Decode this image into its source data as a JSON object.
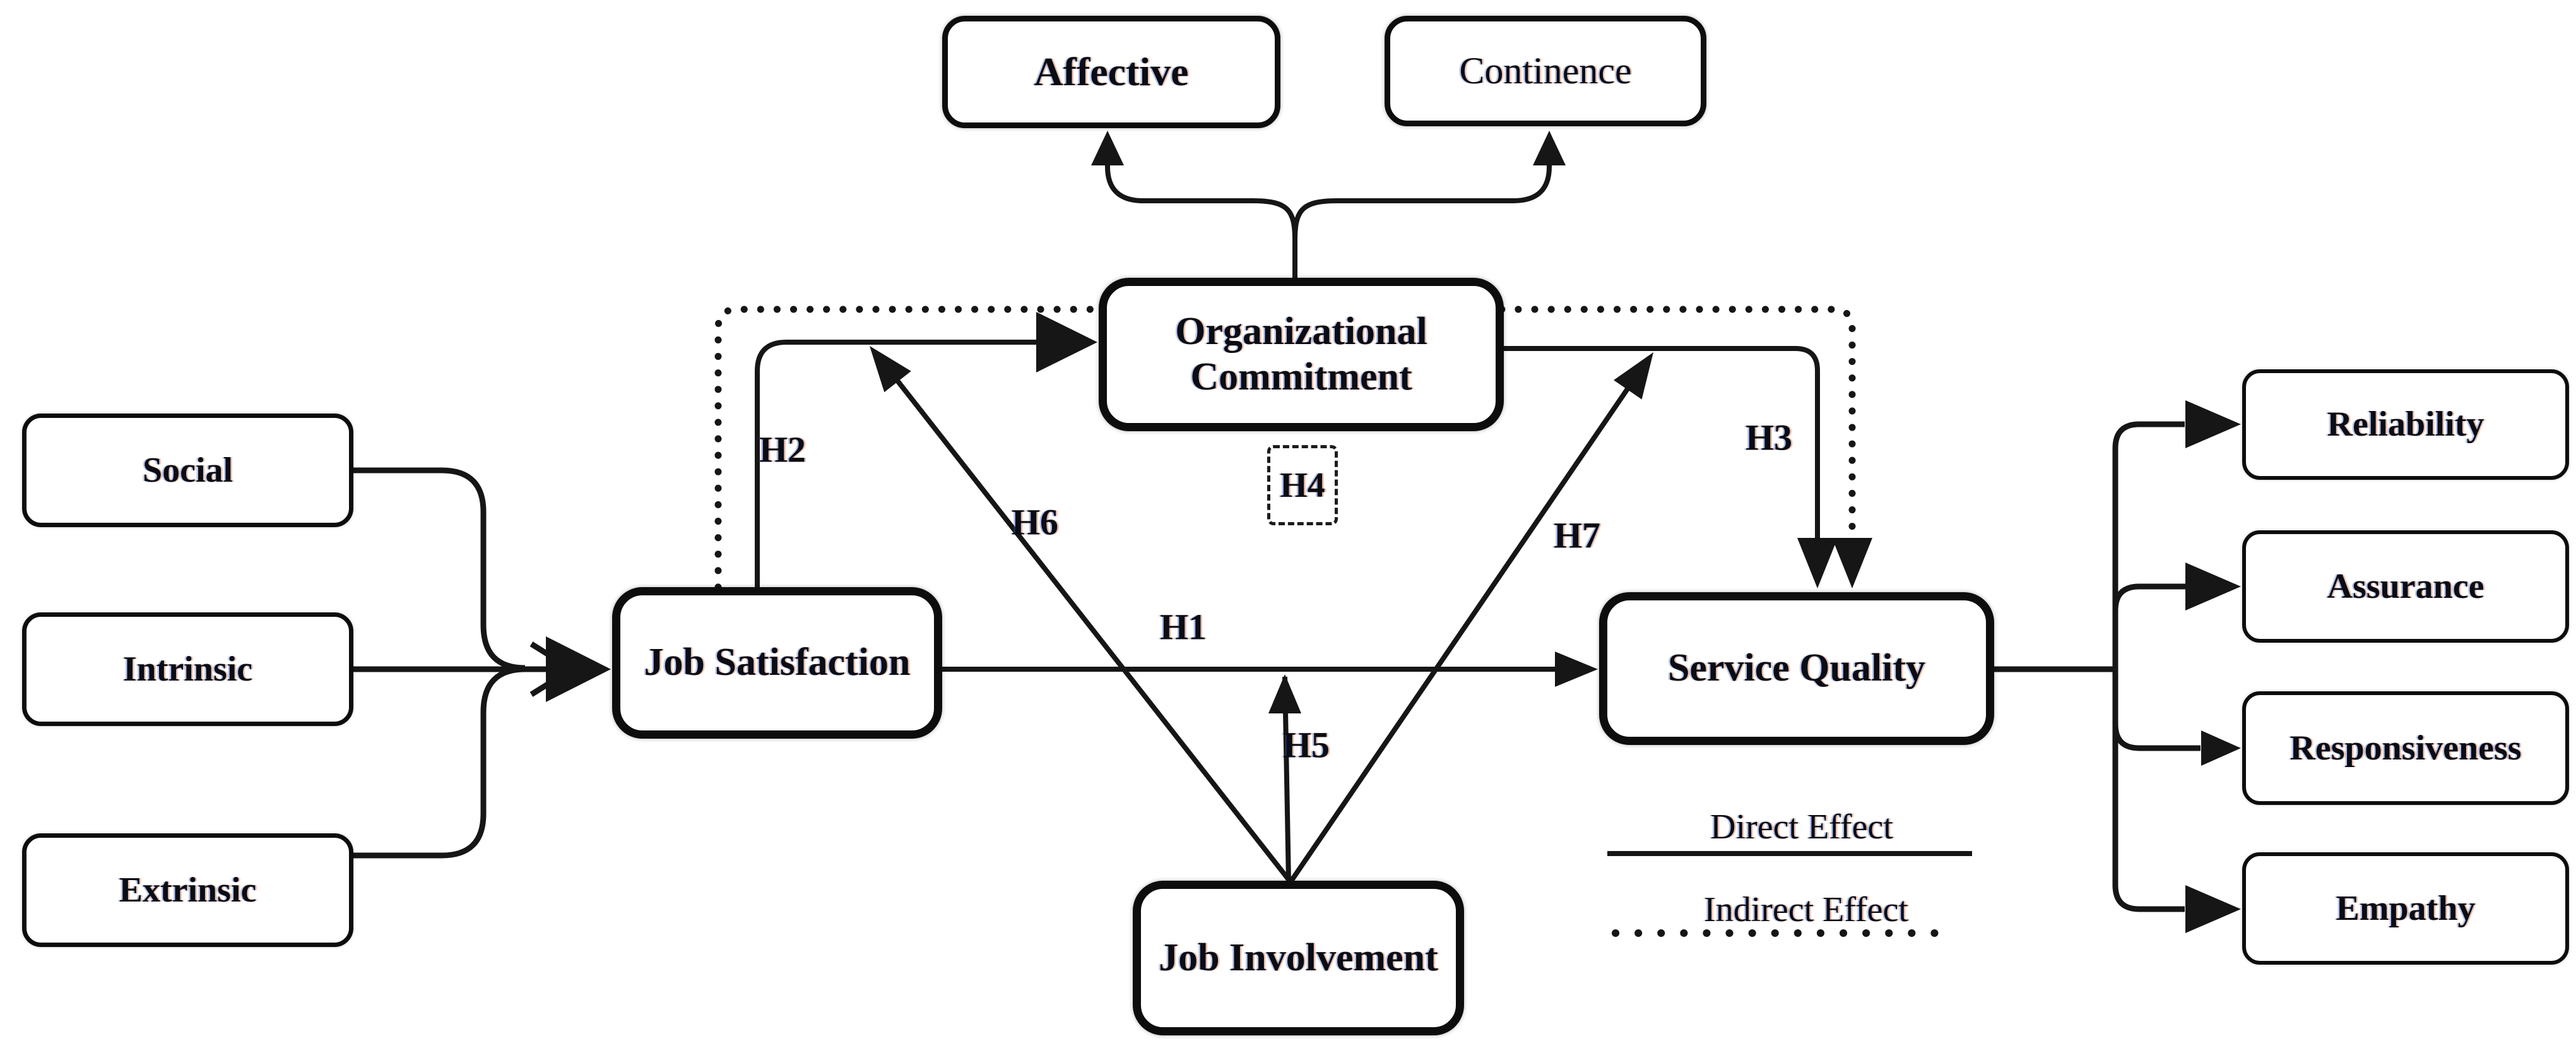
{
  "nodes": {
    "social": {
      "label": "Social"
    },
    "intrinsic": {
      "label": "Intrinsic"
    },
    "extrinsic": {
      "label": "Extrinsic"
    },
    "job_satisfaction": {
      "label": "Job Satisfaction"
    },
    "organizational_commitment": {
      "label": "Organizational Commitment"
    },
    "affective": {
      "label": "Affective"
    },
    "continence": {
      "label": "Continence"
    },
    "service_quality": {
      "label": "Service Quality"
    },
    "job_involvement": {
      "label": "Job Involvement"
    },
    "reliability": {
      "label": "Reliability"
    },
    "assurance": {
      "label": "Assurance"
    },
    "responsiveness": {
      "label": "Responsiveness"
    },
    "empathy": {
      "label": "Empathy"
    }
  },
  "hypotheses": {
    "h1": "H1",
    "h2": "H2",
    "h3": "H3",
    "h4": "H4",
    "h5": "H5",
    "h6": "H6",
    "h7": "H7"
  },
  "legend": {
    "direct": "Direct Effect",
    "indirect": "Indirect Effect"
  },
  "edges": [
    {
      "from": "social",
      "to": "job_satisfaction",
      "style": "solid",
      "label": ""
    },
    {
      "from": "intrinsic",
      "to": "job_satisfaction",
      "style": "solid",
      "label": ""
    },
    {
      "from": "extrinsic",
      "to": "job_satisfaction",
      "style": "solid",
      "label": ""
    },
    {
      "from": "job_satisfaction",
      "to": "service_quality",
      "style": "solid",
      "label": "H1"
    },
    {
      "from": "job_satisfaction",
      "to": "organizational_commitment",
      "style": "solid",
      "label": "H2"
    },
    {
      "from": "organizational_commitment",
      "to": "service_quality",
      "style": "solid",
      "label": "H3"
    },
    {
      "from": "job_satisfaction",
      "to": "service_quality",
      "style": "dotted",
      "label": "H4",
      "note": "indirect effect via organizational commitment"
    },
    {
      "from": "job_involvement",
      "to": "job_satisfaction-service_quality-path",
      "style": "solid",
      "label": "H5"
    },
    {
      "from": "job_involvement",
      "to": "job_satisfaction-organizational_commitment-path",
      "style": "solid",
      "label": "H6"
    },
    {
      "from": "job_involvement",
      "to": "organizational_commitment-service_quality-path",
      "style": "solid",
      "label": "H7"
    },
    {
      "from": "organizational_commitment",
      "to": "affective",
      "style": "solid",
      "label": ""
    },
    {
      "from": "organizational_commitment",
      "to": "continence",
      "style": "solid",
      "label": ""
    },
    {
      "from": "service_quality",
      "to": "reliability",
      "style": "solid",
      "label": ""
    },
    {
      "from": "service_quality",
      "to": "assurance",
      "style": "solid",
      "label": ""
    },
    {
      "from": "service_quality",
      "to": "responsiveness",
      "style": "solid",
      "label": ""
    },
    {
      "from": "service_quality",
      "to": "empathy",
      "style": "solid",
      "label": ""
    }
  ],
  "colors": {
    "line": "#161616",
    "text": "#0c0c12",
    "background": "#ffffff"
  }
}
